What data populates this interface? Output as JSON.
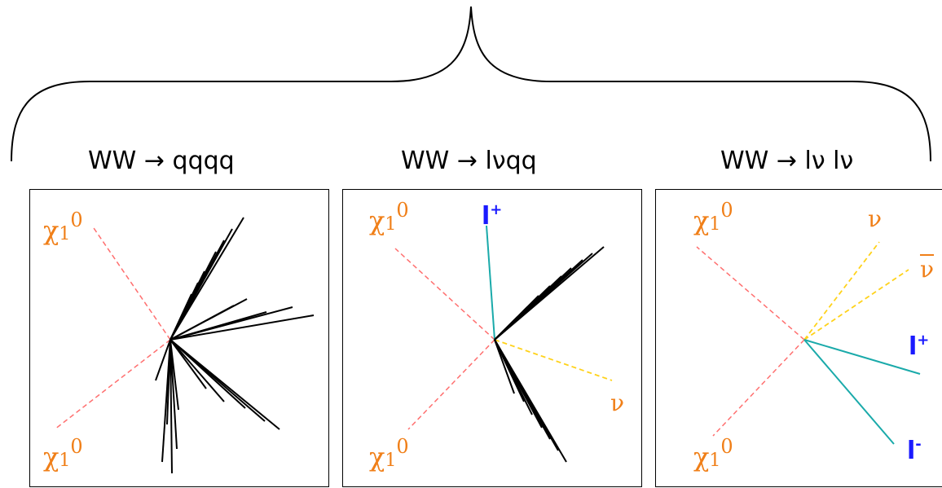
{
  "titles": {
    "qqqq": "WW → qqqq",
    "lvqq": "WW → lνqq",
    "lvlv": "WW → lν lν"
  },
  "labels": {
    "chi_sym": "χ",
    "chi_sub": "1",
    "chi_sup": "0",
    "nu": "ν",
    "lep": "l",
    "plus": "+",
    "minus": "-"
  },
  "colors": {
    "neutralino": "#f07f18",
    "neutralino_line": "#ff6f6f",
    "lepton": "#1a1aff",
    "lepton_track": "#1aaaaa",
    "neutrino_line": "#ffd21a",
    "jet": "#000000"
  }
}
